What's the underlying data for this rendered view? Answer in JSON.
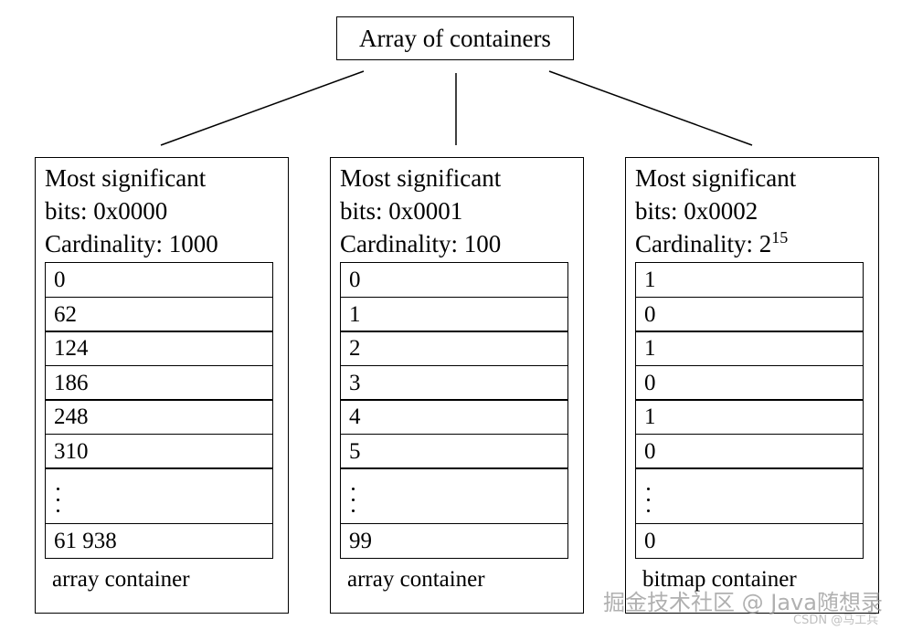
{
  "root": {
    "label": "Array of containers"
  },
  "containers": [
    {
      "header_line1": "Most significant",
      "header_line2": "bits: 0x0000",
      "cardinality_label": "Cardinality: 1000",
      "cardinality_exp": "",
      "cells": [
        "0",
        "62",
        "124",
        "186",
        "248",
        "310",
        "",
        "61 938"
      ],
      "caption": "array container"
    },
    {
      "header_line1": "Most significant",
      "header_line2": "bits: 0x0001",
      "cardinality_label": "Cardinality: 100",
      "cardinality_exp": "",
      "cells": [
        "0",
        "1",
        "2",
        "3",
        "4",
        "5",
        "",
        "99"
      ],
      "caption": "array container"
    },
    {
      "header_line1": "Most significant",
      "header_line2": "bits: 0x0002",
      "cardinality_label": "Cardinality: 2",
      "cardinality_exp": "15",
      "cells": [
        "1",
        "0",
        "1",
        "0",
        "1",
        "0",
        "",
        "0"
      ],
      "caption": "bitmap container"
    }
  ],
  "watermark": {
    "main": "掘金技术社区 @ Java随想录",
    "sub": "CSDN @马工兵"
  }
}
